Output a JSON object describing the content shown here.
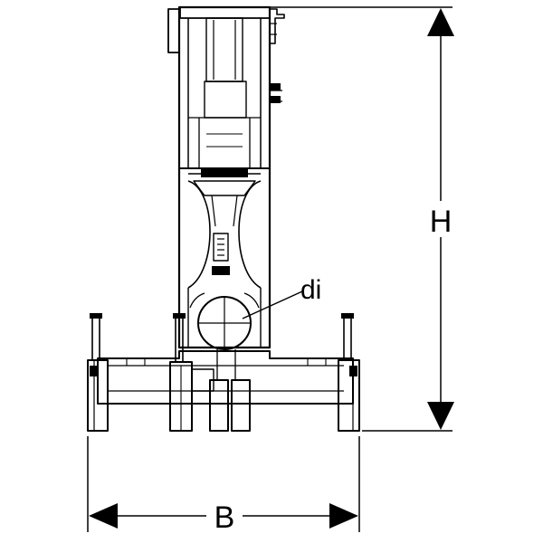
{
  "labels": {
    "height": "H",
    "width": "B",
    "inner_diameter": "di"
  },
  "colors": {
    "line": "#000000",
    "background": "#ffffff",
    "shade": "#d9d9d9"
  }
}
